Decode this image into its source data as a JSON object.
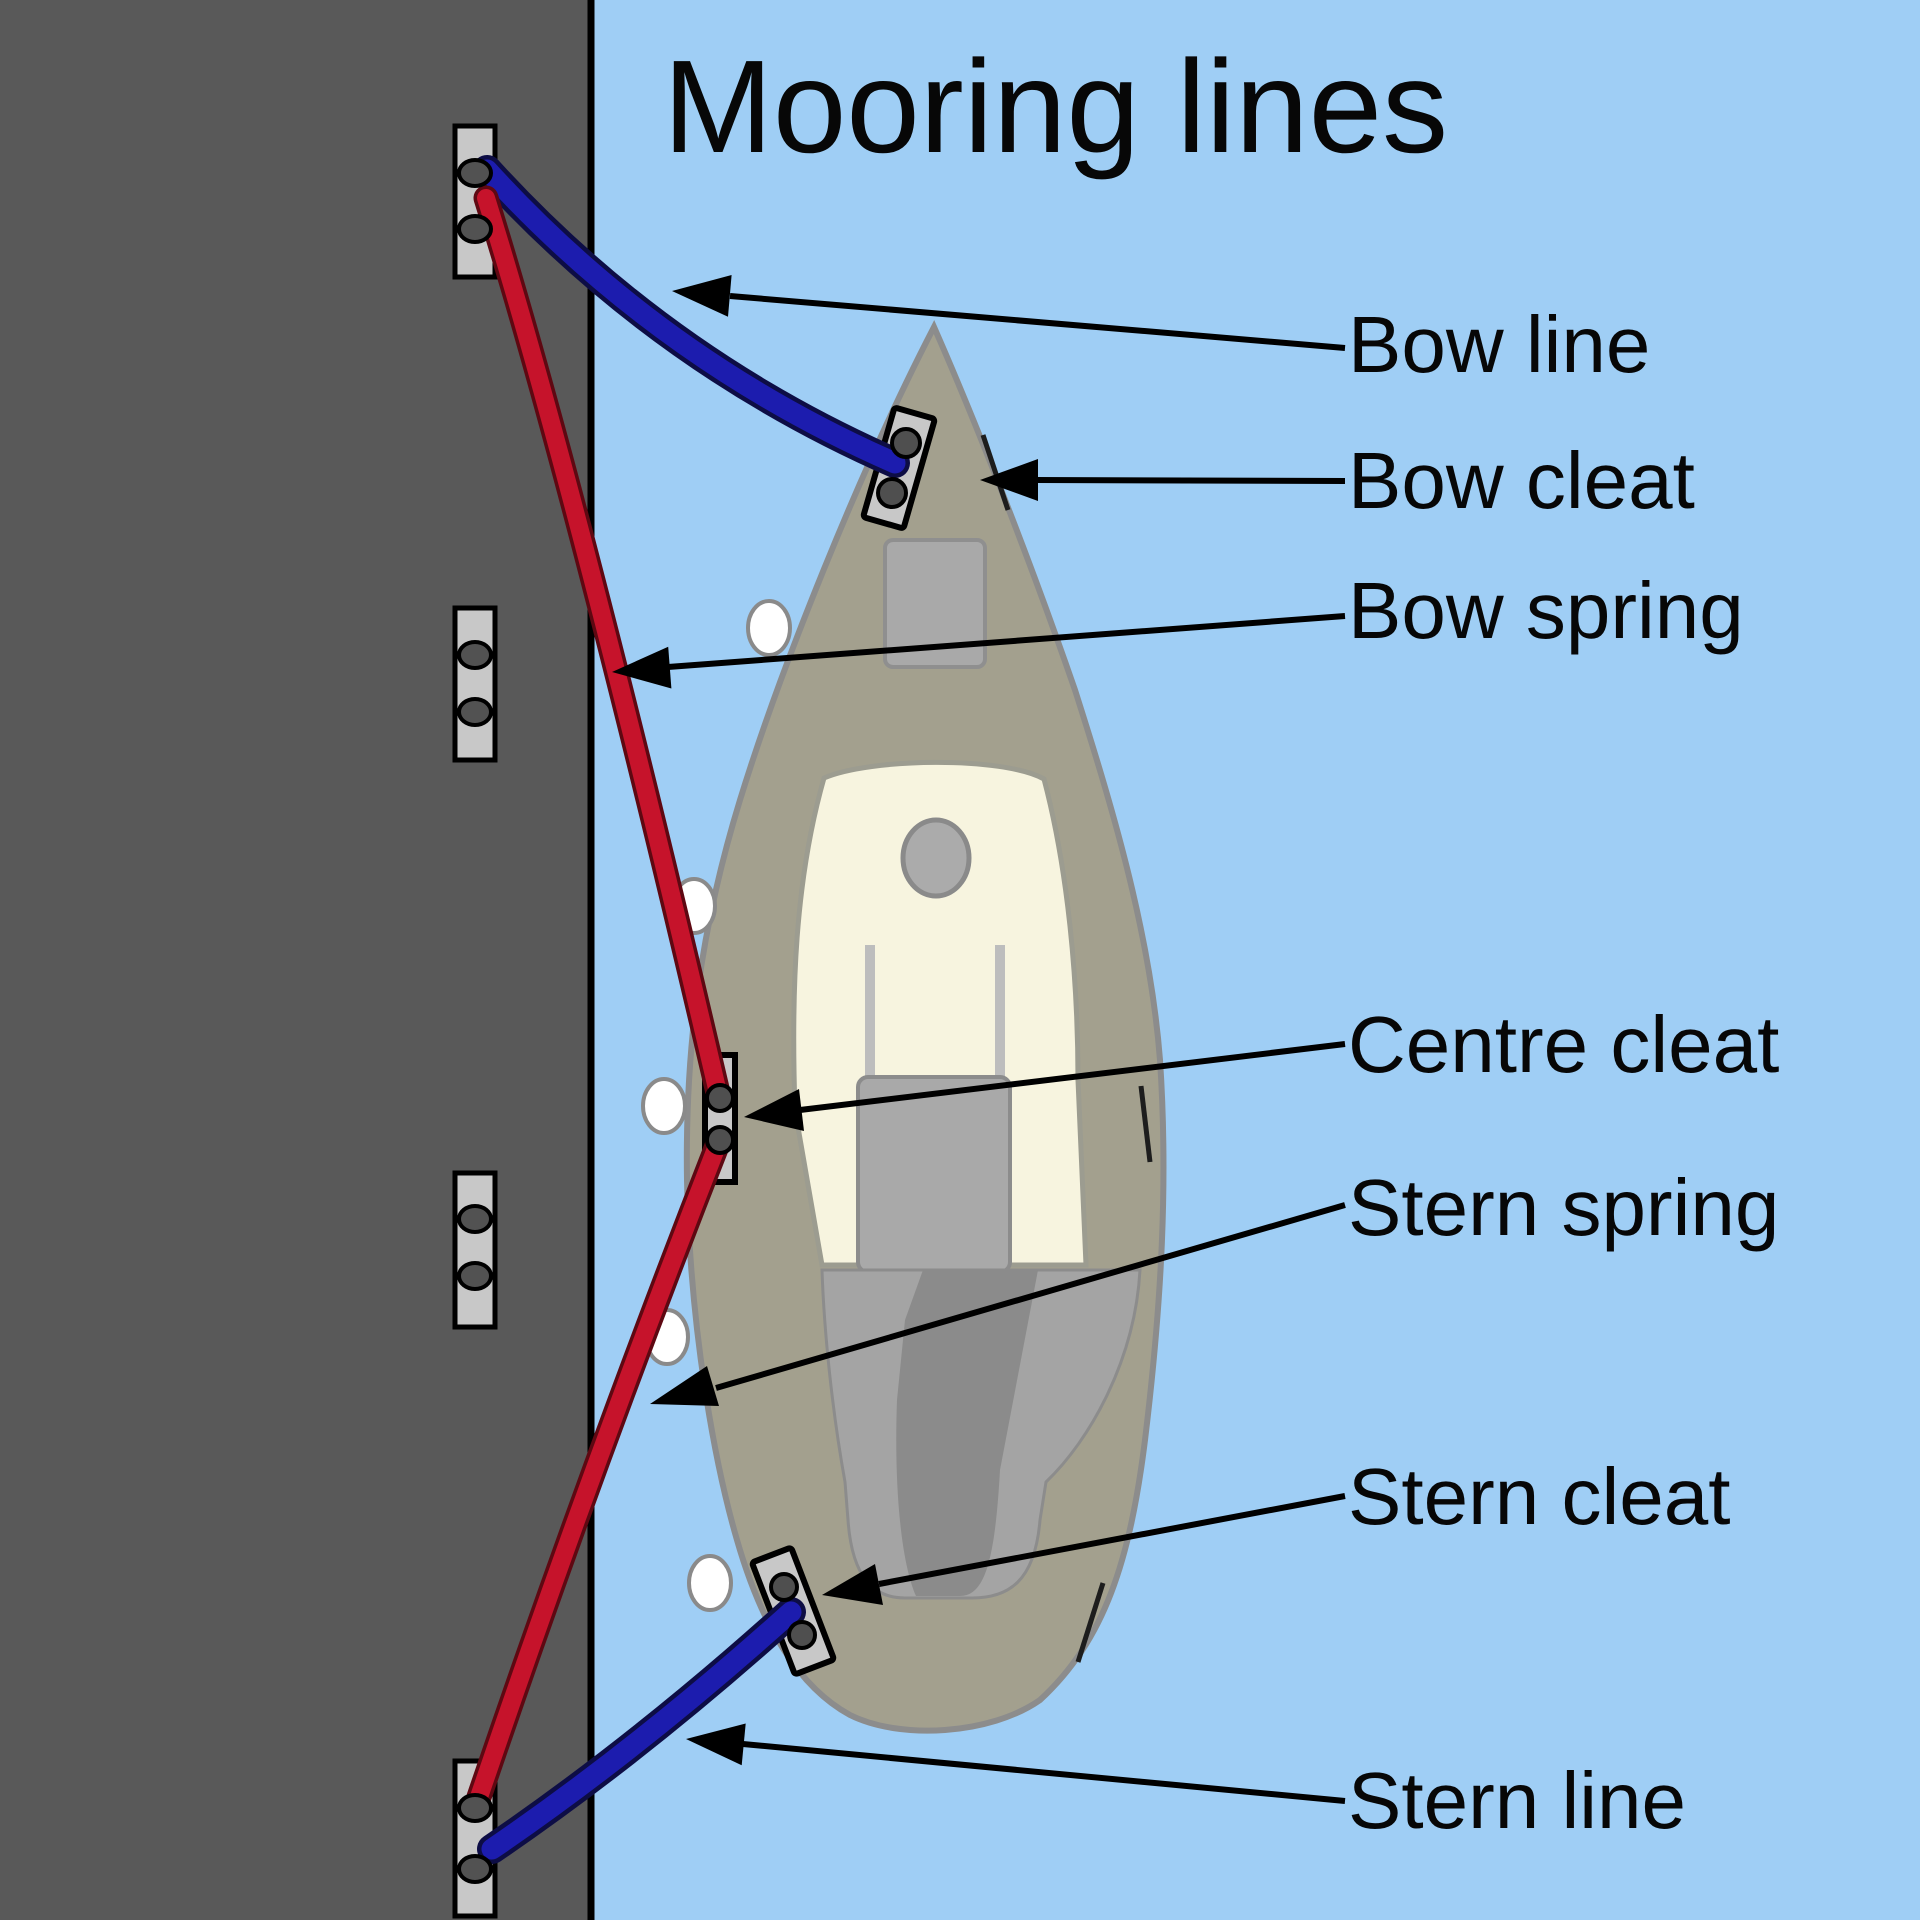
{
  "title": "Mooring lines",
  "labels": [
    {
      "id": "bow-line",
      "text": "Bow line"
    },
    {
      "id": "bow-cleat",
      "text": "Bow cleat"
    },
    {
      "id": "bow-spring",
      "text": "Bow spring"
    },
    {
      "id": "centre-cleat",
      "text": "Centre cleat"
    },
    {
      "id": "stern-spring",
      "text": "Stern spring"
    },
    {
      "id": "stern-cleat",
      "text": "Stern cleat"
    },
    {
      "id": "stern-line",
      "text": "Stern line"
    }
  ],
  "colors": {
    "water": "#9fcef5",
    "dock": "#595959",
    "hull": "#a3a08e",
    "deck_house": "#f7f4df",
    "rope_red": "#c6132b",
    "rope_red_edge": "#5e0812",
    "rope_blue": "#1c1cae",
    "rope_blue_edge": "#0d0d45",
    "label": "#070707"
  }
}
